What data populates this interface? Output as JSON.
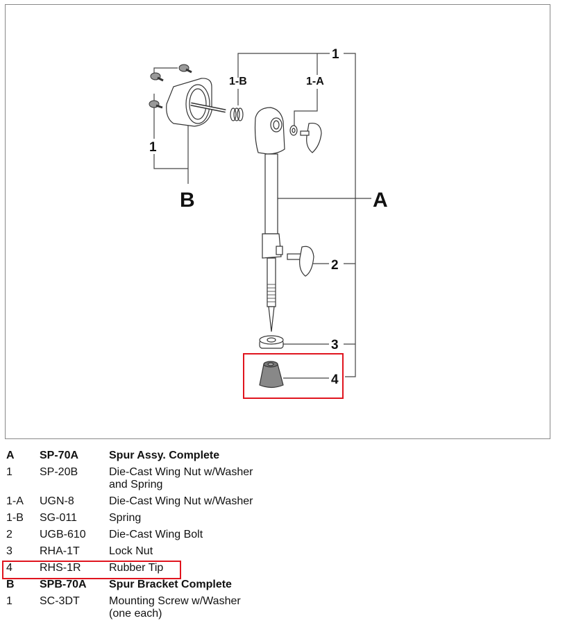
{
  "diagram": {
    "callouts": {
      "A": "A",
      "B": "B",
      "one_top": "1",
      "one_a": "1-A",
      "one_b": "1-B",
      "one_left": "1",
      "two": "2",
      "three": "3",
      "four": "4"
    },
    "highlight_color": "#e0141e"
  },
  "parts": [
    {
      "ref": "A",
      "code": "SP-70A",
      "desc": "Spur Assy. Complete",
      "bold": true
    },
    {
      "ref": "1",
      "code": "SP-20B",
      "desc": "Die-Cast Wing Nut w/Washer and Spring",
      "bold": false
    },
    {
      "ref": "1-A",
      "code": "UGN-8",
      "desc": "Die-Cast Wing Nut w/Washer",
      "bold": false
    },
    {
      "ref": "1-B",
      "code": "SG-011",
      "desc": "Spring",
      "bold": false
    },
    {
      "ref": "2",
      "code": "UGB-610",
      "desc": "Die-Cast Wing Bolt",
      "bold": false
    },
    {
      "ref": "3",
      "code": "RHA-1T",
      "desc": "Lock Nut",
      "bold": false
    },
    {
      "ref": "4",
      "code": "RHS-1R",
      "desc": "Rubber Tip",
      "bold": false,
      "highlighted": true
    },
    {
      "ref": "B",
      "code": "SPB-70A",
      "desc": "Spur Bracket Complete",
      "bold": true
    },
    {
      "ref": "1",
      "code": "SC-3DT",
      "desc": "Mounting Screw w/Washer (one each)",
      "bold": false
    }
  ]
}
